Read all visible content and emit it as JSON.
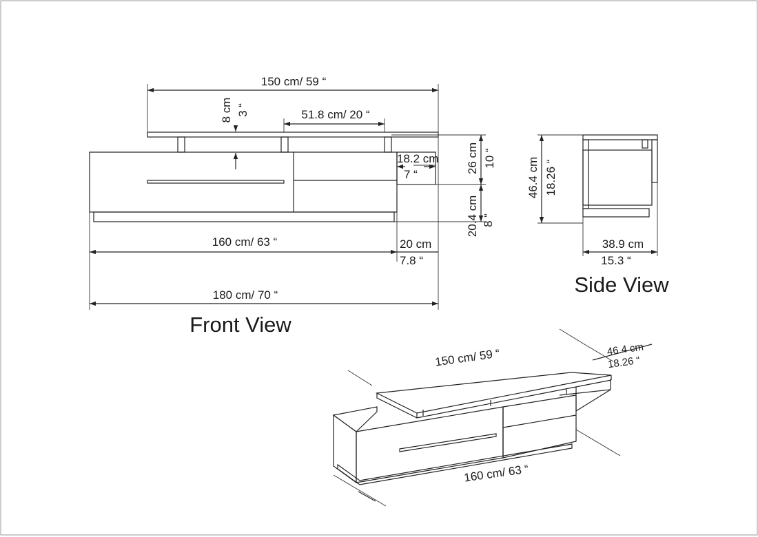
{
  "front_view": {
    "title": "Front View",
    "dims": {
      "top_width": "150 cm/ 59 “",
      "top_height_cm": "8 cm",
      "top_height_in": "3 “",
      "shelf_width": "51.8 cm/ 20 “",
      "overhang_cm": "18.2 cm",
      "overhang_in": "7 “",
      "upper_height_cm": "26 cm",
      "upper_height_in": "10 “",
      "lower_height_cm": "20.4 cm",
      "lower_height_in": "8 “",
      "body_width": "160 cm/ 63 “",
      "extension_cm": "20 cm",
      "extension_in": "7.8 “",
      "total_width": "180 cm/ 70 “"
    }
  },
  "side_view": {
    "title": "Side View",
    "dims": {
      "height_cm": "46.4 cm",
      "height_in": "18.26 “",
      "depth_cm": "38.9 cm",
      "depth_in": "15.3 “"
    }
  },
  "iso_view": {
    "dims": {
      "top_width": "150 cm/ 59 “",
      "height_cm": "46.4 cm",
      "height_in": "18.26 “",
      "body_width": "160 cm/ 63 “"
    }
  }
}
